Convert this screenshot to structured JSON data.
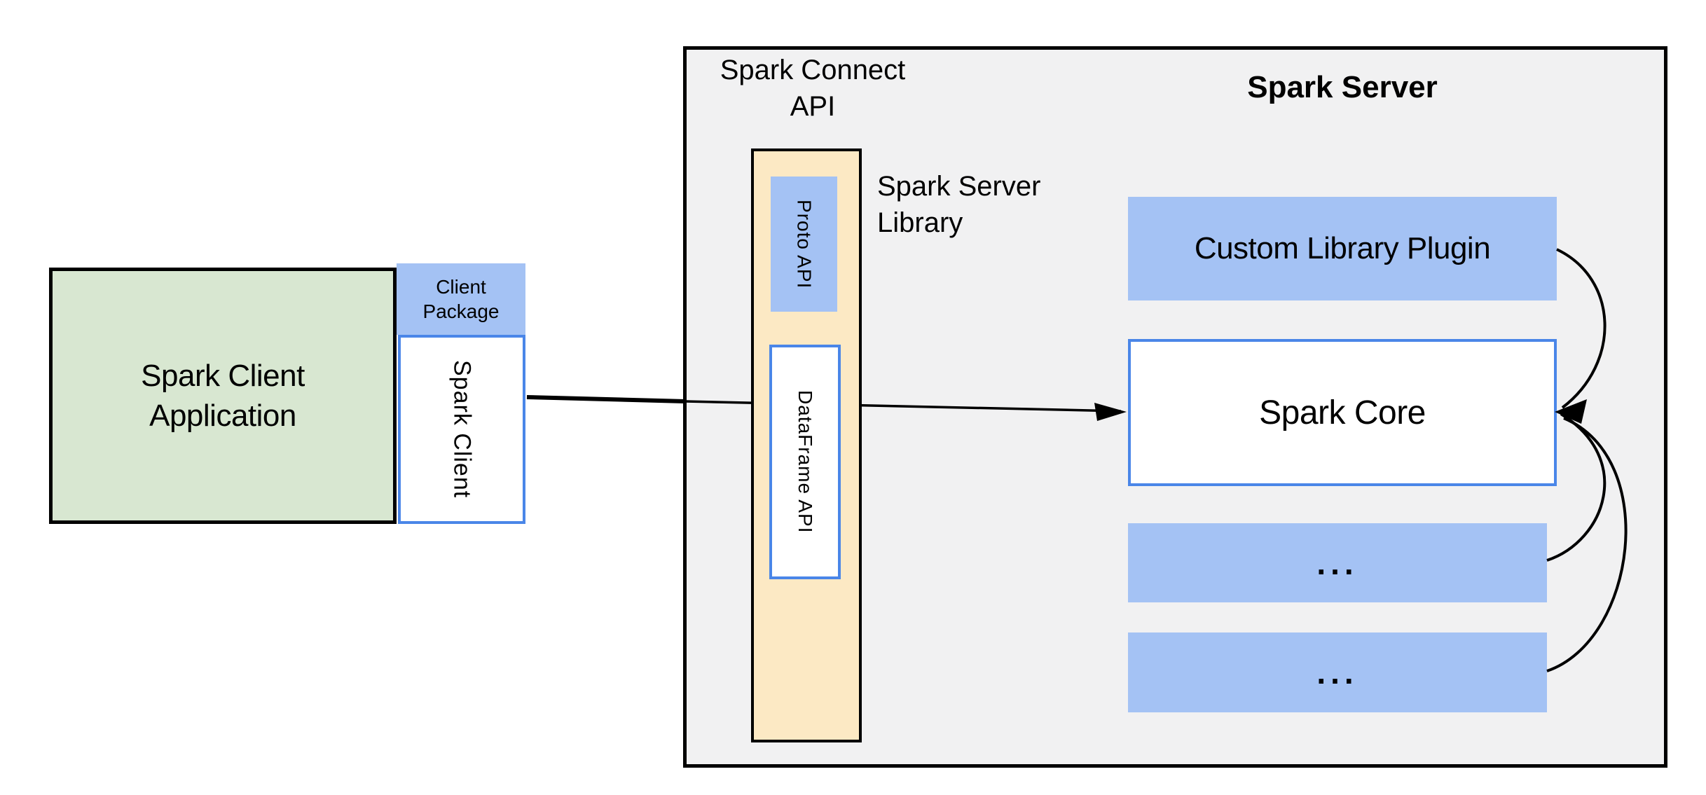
{
  "client_app": {
    "line1": "Spark Client",
    "line2": "Application"
  },
  "client_package": {
    "line1": "Client",
    "line2": "Package"
  },
  "spark_client_box_label": "Spark Client",
  "connect_api_title": {
    "line1": "Spark Connect",
    "line2": "API"
  },
  "proto_api_label": "Proto API",
  "dataframe_api_label": "DataFrame API",
  "server_library_caption": {
    "line1": "Spark Server",
    "line2": "Library"
  },
  "server": {
    "title": "Spark Server",
    "plugin_label": "Custom Library Plugin",
    "core_label": "Spark Core",
    "more_plugins": [
      "...",
      "..."
    ]
  },
  "colors": {
    "green_fill": "#d8e7d1",
    "blue_fill": "#a4c2f4",
    "cream_fill": "#fce9c4",
    "gray_fill": "#f1f1f2",
    "blue_border": "#4a86e8",
    "line": "#000000"
  }
}
